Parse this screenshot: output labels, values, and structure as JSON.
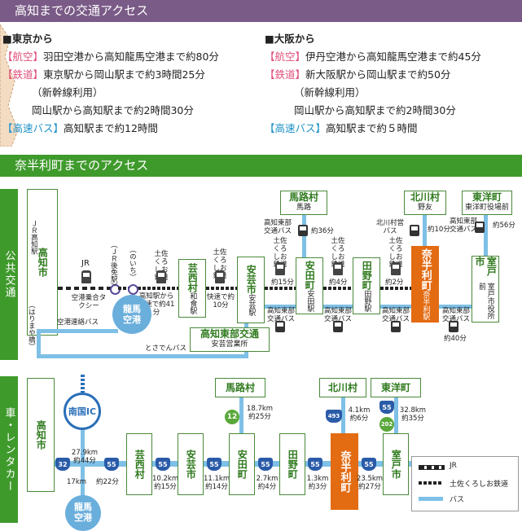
{
  "colors": {
    "purple": "#7a5a86",
    "green": "#3f9a2c",
    "orange": "#e36b12",
    "bus": "#7ec0e6",
    "shield": "#2a5ba8"
  },
  "header1": "高知までの交通アクセス",
  "tokyo": {
    "title": "■東京から",
    "lines": [
      {
        "tag": "【航空】",
        "text": "羽田空港から高知龍馬空港まで約80分"
      },
      {
        "tag": "【鉄道】",
        "text": "東京駅から岡山駅まで約3時間25分"
      },
      {
        "tag": "",
        "text": "（新幹線利用）"
      },
      {
        "tag": "",
        "text": "岡山駅から高知駅まで約2時間30分"
      },
      {
        "tag": "【高速バス】",
        "text": "高知駅まで約12時間"
      }
    ]
  },
  "osaka": {
    "title": "■大阪から",
    "lines": [
      {
        "tag": "【航空】",
        "text": "伊丹空港から高知龍馬空港まで約45分"
      },
      {
        "tag": "【鉄道】",
        "text": "新大阪駅から岡山駅まで約50分"
      },
      {
        "tag": "",
        "text": "（新幹線利用）"
      },
      {
        "tag": "",
        "text": "岡山駅から高知駅まで約2時間30分"
      },
      {
        "tag": "【高速バス】",
        "text": "高知駅まで約５時間"
      }
    ]
  },
  "header2": "奈半利町までのアクセス",
  "public": {
    "side": "公共交通",
    "kochi_city": "高知市",
    "kochi_sta": "ＪＲ高知駅",
    "jr": "JR",
    "gomen": "（ＪＲ後免駅）",
    "noichi": "（のいち）",
    "tosa1": "土佐くろしお鉄道",
    "tosa2": "土佐くろしお鉄道",
    "tosa3": "土佐くろしお鉄道",
    "tosa4": "土佐くろしお鉄道",
    "tosa5": "土佐くろしお鉄道",
    "kuko_taxi": "空港乗合タクシー",
    "kaisoku41": "高知駅から快速で約41分",
    "kaisoku10": "快速で約10分",
    "renraku": "空港連絡バス",
    "harimaya": "（はりまや橋）",
    "ryoma": "龍馬空港",
    "tosaden": "とさでんバス",
    "geisei": "芸西村",
    "wajiki": "和食駅",
    "aki": "安芸市",
    "aki_sta": "安芸駅",
    "yasuda": "安田町",
    "yasuda_sta": "安田駅",
    "tano": "田野町",
    "tano_sta": "田野駅",
    "nahari": "奈半利町",
    "nahari_sta": "奈半利駅",
    "muroto": "室戸市",
    "muroto_sta": "室戸市役所前",
    "kochitobu": "高知東部交通",
    "aki_eigyo": "安芸営業所",
    "umaji": "馬路村",
    "umaji_s": "馬路",
    "kitagawa": "北川村",
    "kitagawa_s": "野友",
    "toyo": "東洋町",
    "toyo_s": "東洋町役場前",
    "bus_umaji": "高知東部交通バス",
    "t36": "約36分",
    "bus_kitagawa": "北川村営バス",
    "t10": "約10分",
    "bus_toyo": "高知東部交通バス",
    "t56": "約56分",
    "t15": "約15分",
    "t4": "約4分",
    "t2": "約2分",
    "tb1": "高知東部交通バス",
    "tb2": "高知東部交通バス",
    "tb3": "高知東部交通バス",
    "t40": "約40分"
  },
  "car": {
    "side": "車・レンタカー",
    "kochi": "高知市",
    "nankoku": "南国IC",
    "ryoma": "龍馬空港",
    "d1": "27.9km 約44分",
    "d2": "17km",
    "d3": "約22分",
    "geisei": "芸西村",
    "d4": "10.2km 約15分",
    "aki": "安芸市",
    "d5": "11.1km 約14分",
    "yasuda": "安田町",
    "d6": "2.7km 約4分",
    "tano": "田野町",
    "d7": "1.3km 約3分",
    "nahari": "奈半利町",
    "d8": "23.5km 約27分",
    "muroto": "室戸市",
    "umaji": "馬路村",
    "d9": "18.7km 約25分",
    "kitagawa": "北川村",
    "d10": "4.1km 約6分",
    "toyo": "東洋町",
    "d11": "32.8km 約35分",
    "r32": "32",
    "r55": "55",
    "r12": "12",
    "r493": "493",
    "r202": "202"
  },
  "legend": {
    "jr": "JR",
    "tosa": "土佐くろしお鉄道",
    "bus": "バス"
  }
}
